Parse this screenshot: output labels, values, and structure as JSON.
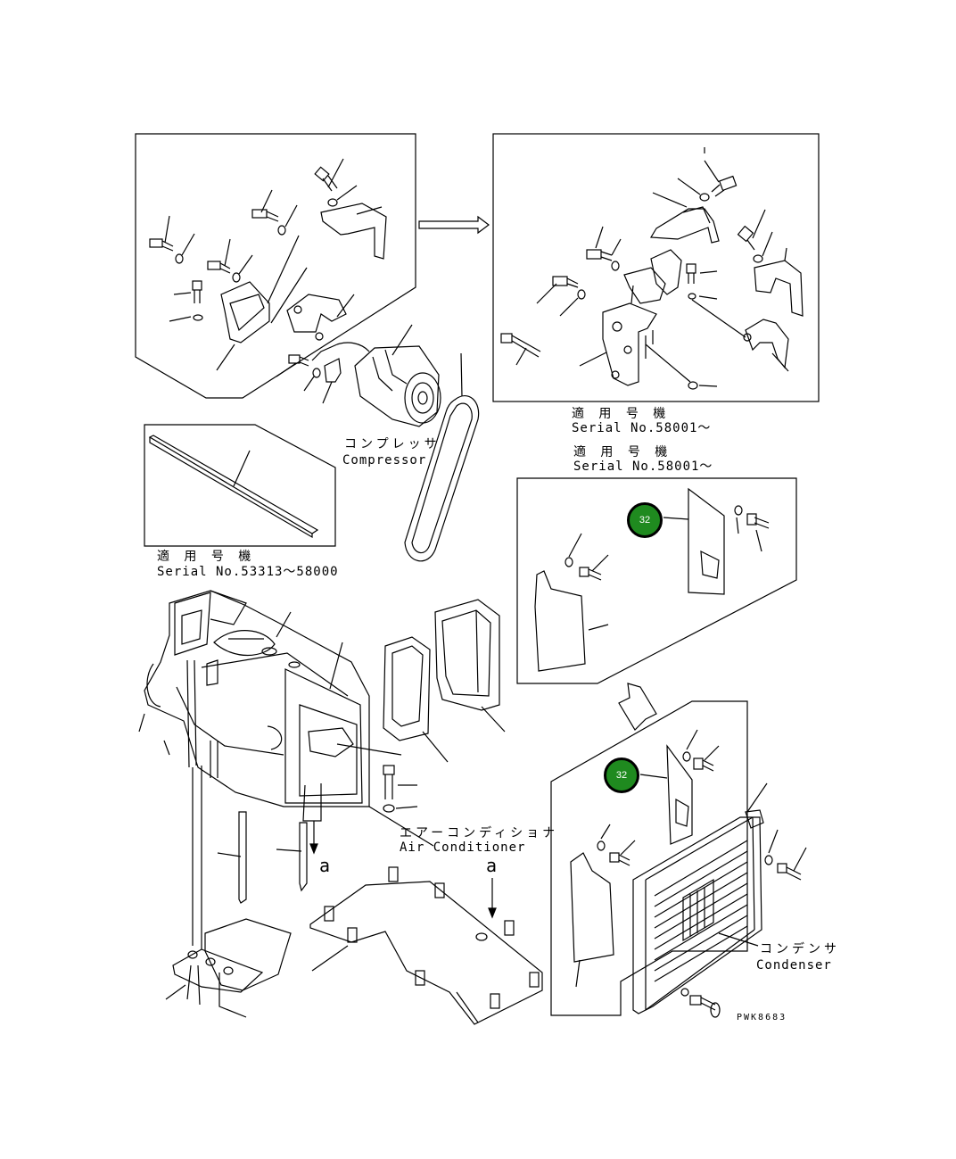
{
  "colors": {
    "badge_fill": "#1f8a1f",
    "line": "#000000"
  },
  "icons": [
    "compressor",
    "v-belt",
    "weather-strip",
    "bracket",
    "air-conditioner-unit",
    "duct",
    "condenser",
    "bolt",
    "washer",
    "pipe"
  ],
  "labels": {
    "compressor_jp": "コンプレッサ",
    "compressor_en": "Compressor",
    "air_conditioner_jp": "エアーコンディショナ",
    "air_conditioner_en": "Air Conditioner",
    "condenser_jp": "コンデンサ",
    "condenser_en": "Condenser",
    "applicable_jp_1": "適 用 号 機",
    "serial_1": "Serial No.58001～",
    "applicable_jp_2": "適 用 号 機",
    "serial_2": "Serial No.58001～",
    "applicable_jp_3": "適 用 号 機",
    "serial_3": "Serial No.53313～58000",
    "view_a_1": "a",
    "view_a_2": "a",
    "drawing_code": "PWK8683"
  },
  "callouts": [
    {
      "id": "upper",
      "text": "32"
    },
    {
      "id": "lower",
      "text": "32"
    }
  ]
}
